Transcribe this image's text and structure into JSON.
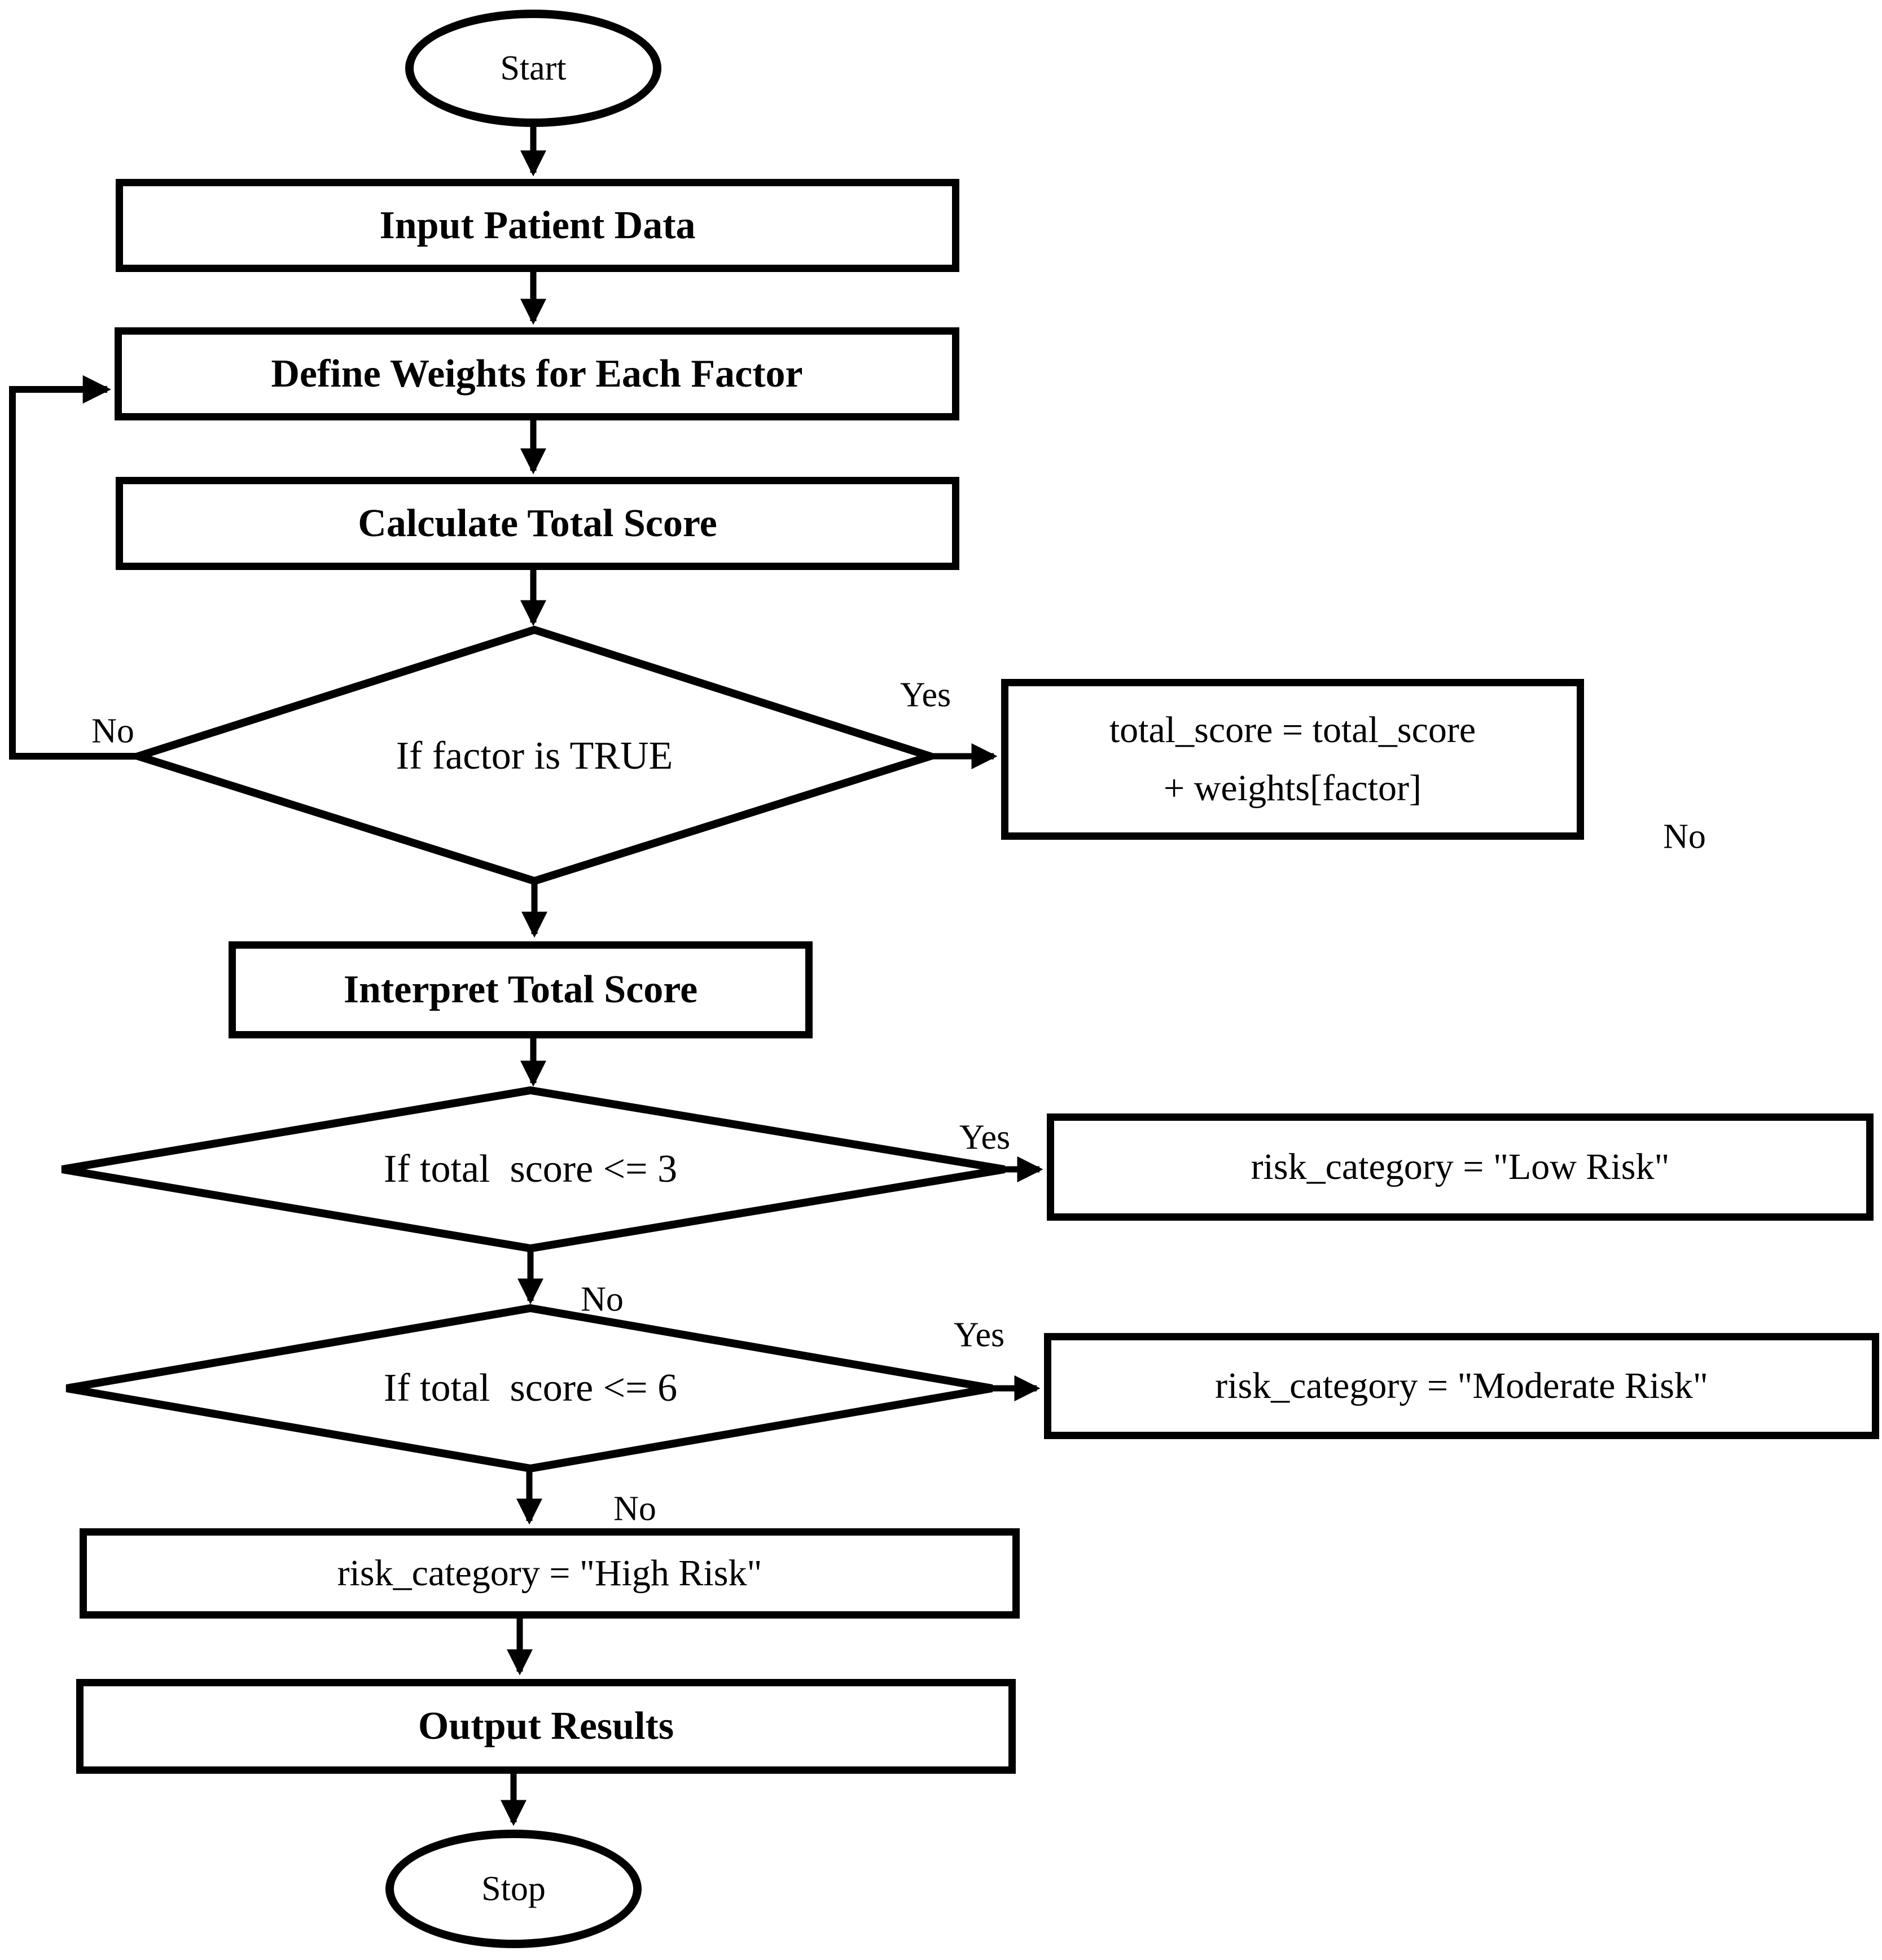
{
  "diagram": {
    "background": "#ffffff",
    "stroke_color": "#000000",
    "nodes": {
      "start": "Start",
      "input": "Input Patient Data",
      "define_weights": "Define Weights for Each Factor",
      "calculate": "Calculate Total Score",
      "factor_decision": "If factor is TRUE",
      "add_weight": {
        "line1": "total_score = total_score",
        "line2": "+ weights[factor]"
      },
      "interpret": "Interpret Total Score",
      "score3_decision": "If total  score <= 3",
      "low_risk": "risk_category = \"Low Risk\"",
      "score6_decision": "If total  score <= 6",
      "moderate_risk": "risk_category = \"Moderate Risk\"",
      "high_risk": "risk_category = \"High Risk\"",
      "output": "Output Results",
      "stop": "Stop"
    },
    "edge_labels": {
      "factor_yes": "Yes",
      "factor_no": "No",
      "stray_no": "No",
      "score3_yes": "Yes",
      "score3_no": "No",
      "score6_yes": "Yes",
      "score6_no": "No"
    }
  }
}
